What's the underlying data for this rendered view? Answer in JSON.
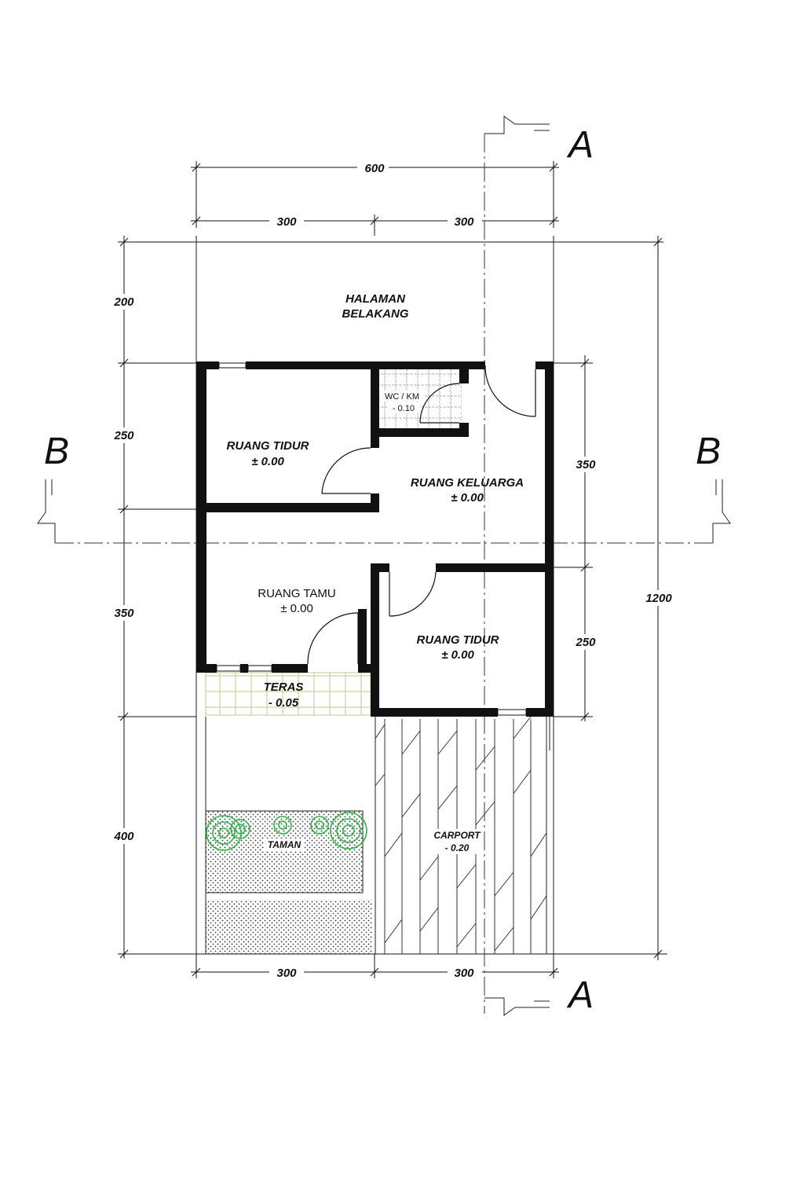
{
  "dimensions": {
    "top_total": "600",
    "top_left": "300",
    "top_right": "300",
    "bottom_left": "300",
    "bottom_right": "300",
    "left_1": "200",
    "left_2": "250",
    "left_3": "350",
    "left_4": "400",
    "right_1": "350",
    "right_2": "250",
    "overall": "1200"
  },
  "rooms": {
    "halaman_1": "HALAMAN",
    "halaman_2": "BELAKANG",
    "tidur1_name": "RUANG TIDUR",
    "tidur1_level": "± 0.00",
    "wc_name": "WC / KM",
    "wc_level": "- 0.10",
    "keluarga_name": "RUANG KELUARGA",
    "keluarga_level": "± 0.00",
    "tamu_name": "RUANG TAMU",
    "tamu_level": "± 0.00",
    "tidur2_name": "RUANG TIDUR",
    "tidur2_level": "± 0.00",
    "teras_name": "TERAS",
    "teras_level": "- 0.05",
    "taman_name": "TAMAN",
    "carport_name": "CARPORT",
    "carport_level": "- 0.20"
  },
  "sections": {
    "a_top": "A",
    "a_bottom": "A",
    "b_left": "B",
    "b_right": "B"
  },
  "colors": {
    "vegetation": "#2db84a",
    "wall": "#111111",
    "teras_tile": "#b9cc8a"
  }
}
